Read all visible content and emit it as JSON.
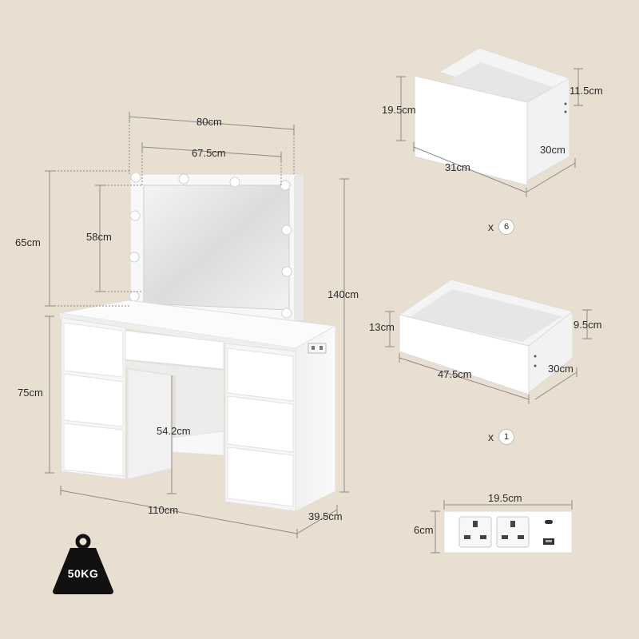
{
  "dimensions": {
    "mirror_outer_width": "80cm",
    "mirror_inner_width": "67.5cm",
    "mirror_outer_height": "65cm",
    "mirror_inner_height": "58cm",
    "total_height": "140cm",
    "table_height": "75cm",
    "knee_height": "54.2cm",
    "table_width": "110cm",
    "table_depth": "39.5cm"
  },
  "small_drawer": {
    "height": "19.5cm",
    "inner_height": "11.5cm",
    "width": "31cm",
    "depth": "30cm",
    "quantity_prefix": "x",
    "quantity": "6"
  },
  "large_drawer": {
    "height": "13cm",
    "inner_height": "9.5cm",
    "width": "47.5cm",
    "depth": "30cm",
    "quantity_prefix": "x",
    "quantity": "1"
  },
  "socket_panel": {
    "width": "19.5cm",
    "height": "6cm"
  },
  "weight": {
    "label": "50KG",
    "icon": "weight-icon"
  },
  "colors": {
    "background": "#e9dfd1",
    "furniture": "#ffffff",
    "dimension_line": "#8a8a8a"
  }
}
